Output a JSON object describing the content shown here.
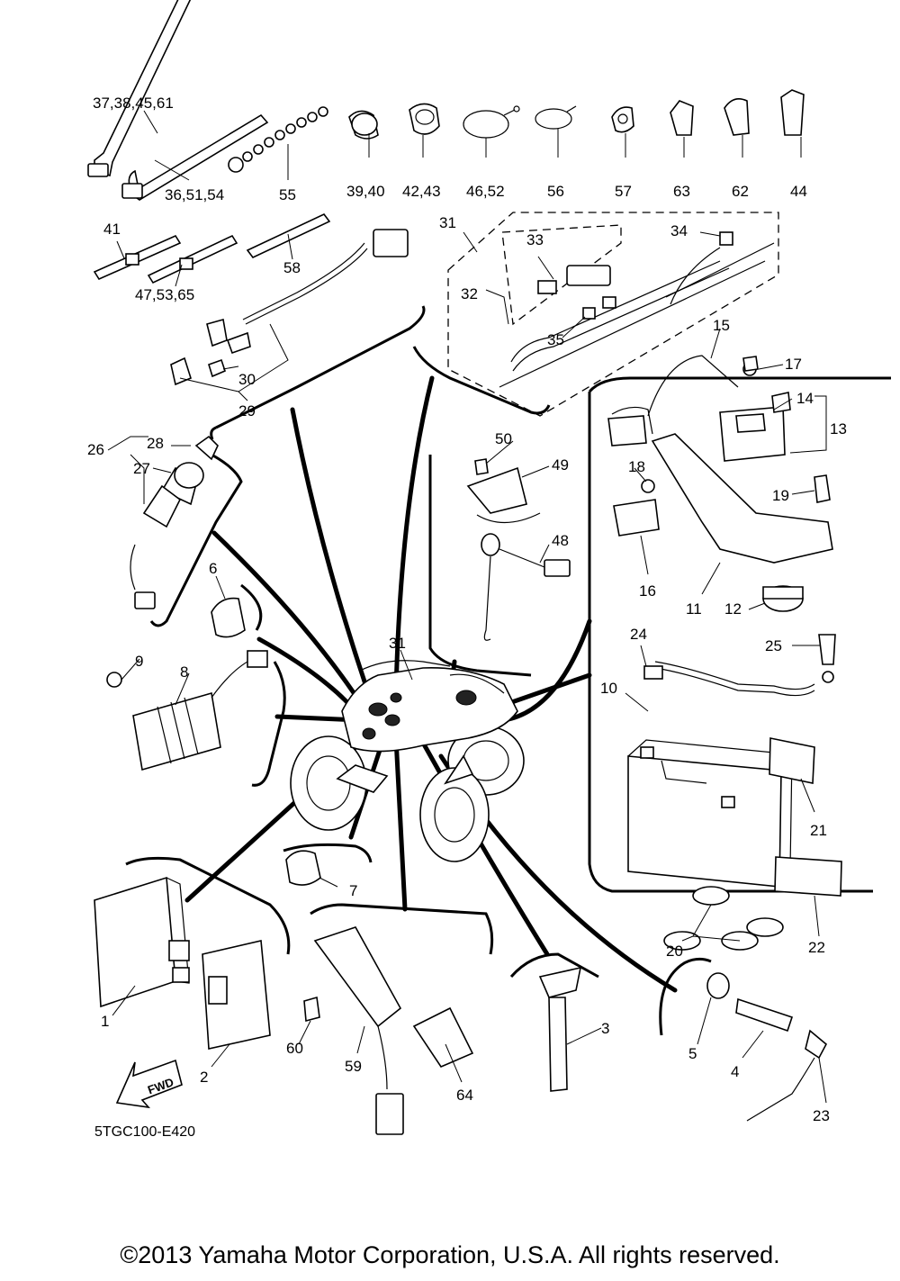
{
  "diagram": {
    "code": "5TGC100-E420",
    "fwd_label": "FWD",
    "copyright": "©2013 Yamaha Motor Corporation, U.S.A. All rights reserved."
  },
  "callouts": [
    {
      "id": "c1",
      "text": "1"
    },
    {
      "id": "c2",
      "text": "2"
    },
    {
      "id": "c3",
      "text": "3"
    },
    {
      "id": "c4",
      "text": "4"
    },
    {
      "id": "c5",
      "text": "5"
    },
    {
      "id": "c6",
      "text": "6"
    },
    {
      "id": "c7",
      "text": "7"
    },
    {
      "id": "c8",
      "text": "8"
    },
    {
      "id": "c9",
      "text": "9"
    },
    {
      "id": "c10",
      "text": "10"
    },
    {
      "id": "c11",
      "text": "11"
    },
    {
      "id": "c12",
      "text": "12"
    },
    {
      "id": "c13",
      "text": "13"
    },
    {
      "id": "c14",
      "text": "14"
    },
    {
      "id": "c15",
      "text": "15"
    },
    {
      "id": "c16",
      "text": "16"
    },
    {
      "id": "c17",
      "text": "17"
    },
    {
      "id": "c18",
      "text": "18"
    },
    {
      "id": "c19",
      "text": "19"
    },
    {
      "id": "c20",
      "text": "20"
    },
    {
      "id": "c21",
      "text": "21"
    },
    {
      "id": "c22",
      "text": "22"
    },
    {
      "id": "c23",
      "text": "23"
    },
    {
      "id": "c24",
      "text": "24"
    },
    {
      "id": "c25",
      "text": "25"
    },
    {
      "id": "c26",
      "text": "26"
    },
    {
      "id": "c27",
      "text": "27"
    },
    {
      "id": "c28",
      "text": "28"
    },
    {
      "id": "c29",
      "text": "29"
    },
    {
      "id": "c30",
      "text": "30"
    },
    {
      "id": "c31a",
      "text": "31"
    },
    {
      "id": "c31b",
      "text": "31"
    },
    {
      "id": "c32",
      "text": "32"
    },
    {
      "id": "c33",
      "text": "33"
    },
    {
      "id": "c34",
      "text": "34"
    },
    {
      "id": "c35",
      "text": "35"
    },
    {
      "id": "c36",
      "text": "36,51,54"
    },
    {
      "id": "c37",
      "text": "37,38,45,61"
    },
    {
      "id": "c39",
      "text": "39,40"
    },
    {
      "id": "c41",
      "text": "41"
    },
    {
      "id": "c42",
      "text": "42,43"
    },
    {
      "id": "c44",
      "text": "44"
    },
    {
      "id": "c46",
      "text": "46,52"
    },
    {
      "id": "c47",
      "text": "47,53,65"
    },
    {
      "id": "c48",
      "text": "48"
    },
    {
      "id": "c49",
      "text": "49"
    },
    {
      "id": "c50",
      "text": "50"
    },
    {
      "id": "c55",
      "text": "55"
    },
    {
      "id": "c56",
      "text": "56"
    },
    {
      "id": "c57",
      "text": "57"
    },
    {
      "id": "c58",
      "text": "58"
    },
    {
      "id": "c59",
      "text": "59"
    },
    {
      "id": "c60",
      "text": "60"
    },
    {
      "id": "c62",
      "text": "62"
    },
    {
      "id": "c63",
      "text": "63"
    },
    {
      "id": "c64",
      "text": "64"
    }
  ]
}
